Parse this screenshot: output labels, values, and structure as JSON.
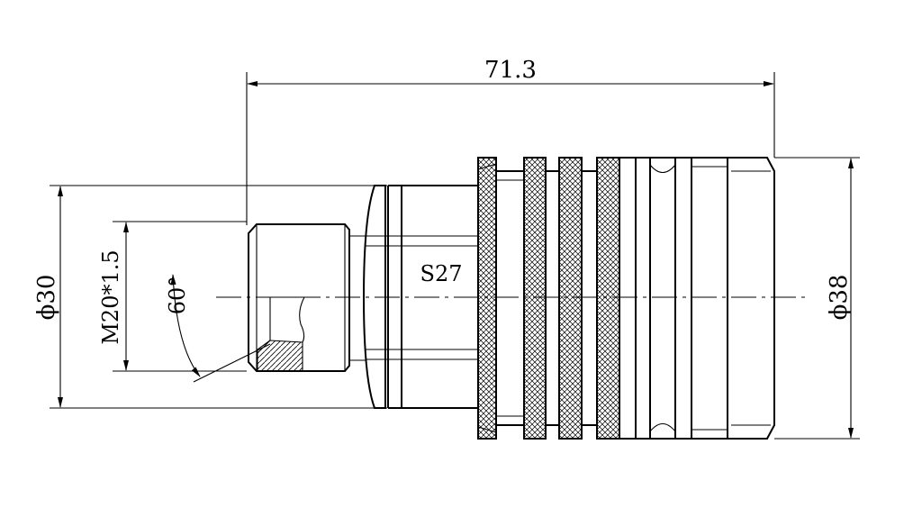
{
  "drawing": {
    "overall_length": "71.3",
    "thread_label": "M20*1.5",
    "body_diameter": "ϕ30",
    "sleeve_diameter": "ϕ38",
    "hex_size": "S27",
    "chamfer_angle": "60°"
  }
}
